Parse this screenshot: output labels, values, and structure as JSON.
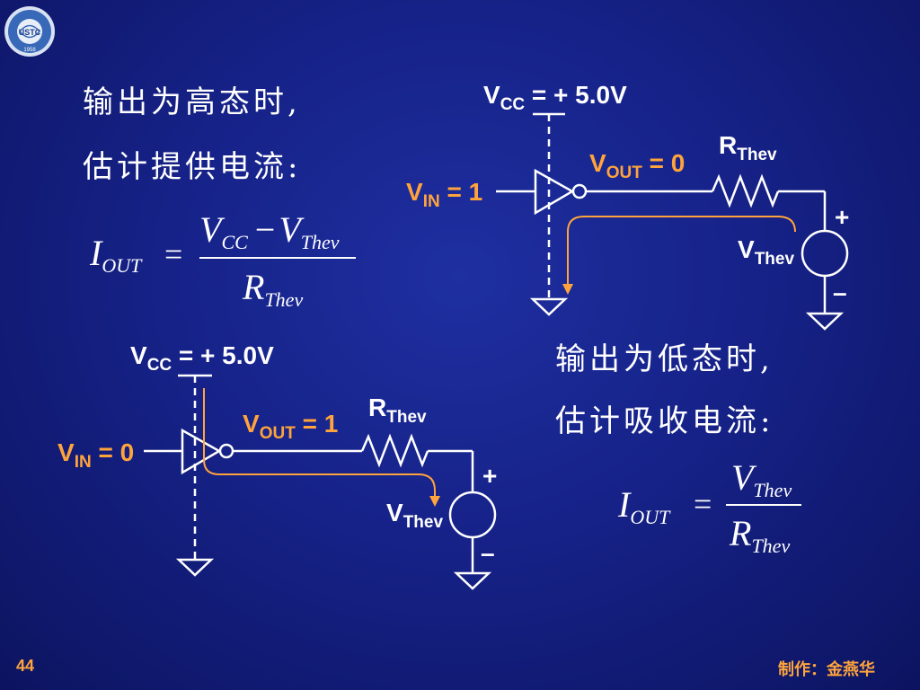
{
  "logo": {
    "name": "university-logo",
    "text": "USTC",
    "year": "1958"
  },
  "text": {
    "high_line1": "输出为高态时,",
    "high_line2": "估计提供电流:",
    "low_line1": "输出为低态时,",
    "low_line2": "估计吸收电流:"
  },
  "formula_high": {
    "lhs": "I",
    "lhs_sub": "OUT",
    "eq": "=",
    "num_a": "V",
    "num_a_sub": "CC",
    "minus": "−",
    "num_b": "V",
    "num_b_sub": "Thev",
    "den": "R",
    "den_sub": "Thev"
  },
  "formula_low": {
    "lhs": "I",
    "lhs_sub": "OUT",
    "eq": "=",
    "num": "V",
    "num_sub": "Thev",
    "den": "R",
    "den_sub": "Thev"
  },
  "circuit_top": {
    "vcc": {
      "main": "V",
      "sub": "CC",
      "rest": " = + 5.0V"
    },
    "vin": {
      "main": "V",
      "sub": "IN",
      "rest": " = 1"
    },
    "vout": {
      "main": "V",
      "sub": "OUT",
      "rest": " = 0"
    },
    "rthev": {
      "main": "R",
      "sub": "Thev"
    },
    "vthev": {
      "main": "V",
      "sub": "Thev"
    },
    "plus": "+",
    "minus": "–"
  },
  "circuit_bottom": {
    "vcc": {
      "main": "V",
      "sub": "CC",
      "rest": " = + 5.0V"
    },
    "vin": {
      "main": "V",
      "sub": "IN",
      "rest": " = 0"
    },
    "vout": {
      "main": "V",
      "sub": "OUT",
      "rest": " = 1"
    },
    "rthev": {
      "main": "R",
      "sub": "Thev"
    },
    "vthev": {
      "main": "V",
      "sub": "Thev"
    },
    "plus": "+",
    "minus": "–"
  },
  "colors": {
    "wire": "#ffffff",
    "current_arrow": "#ffa43c",
    "highlight_label": "#ffa43c"
  },
  "footer": {
    "page_number": "44",
    "author": "制作：金燕华"
  }
}
